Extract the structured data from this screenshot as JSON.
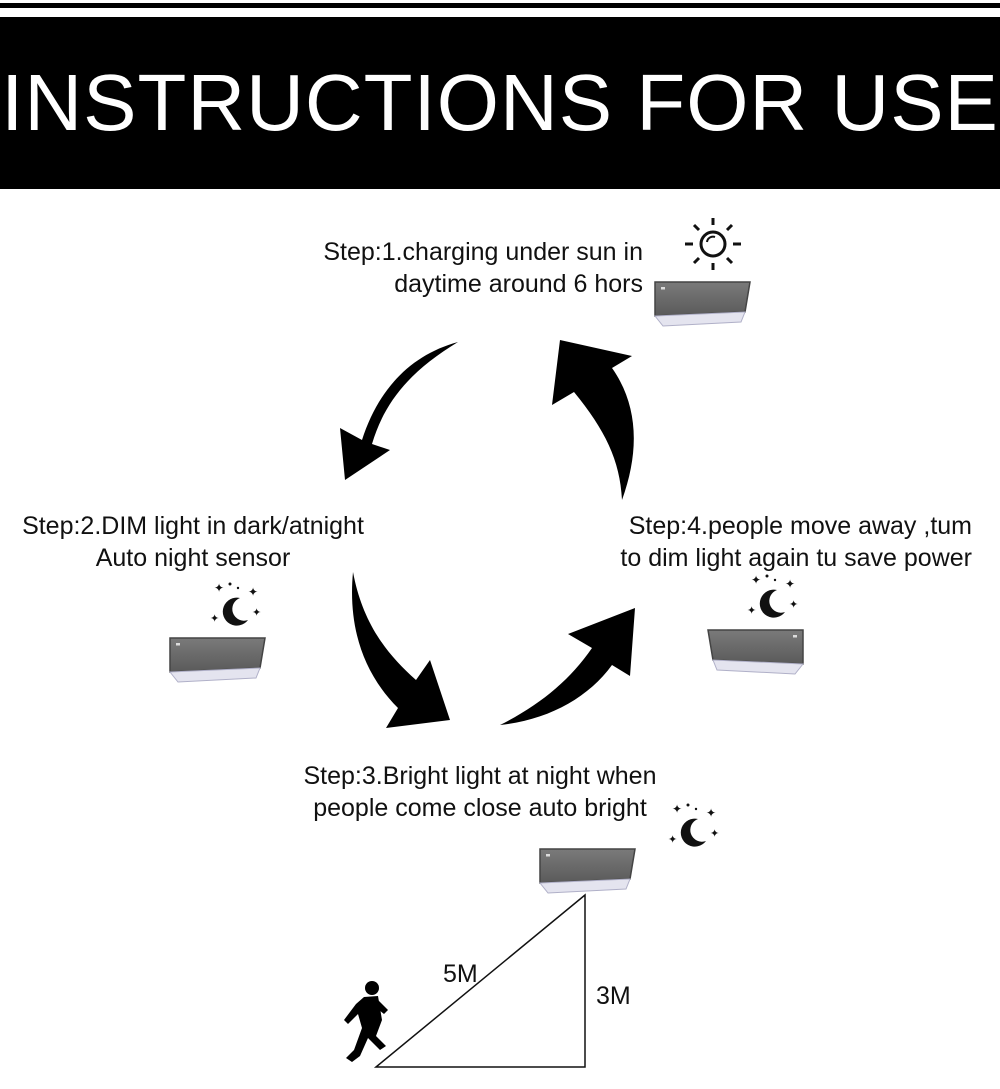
{
  "header": {
    "title": "INSTRUCTIONS FOR USE"
  },
  "steps": [
    {
      "lines": [
        "Step:1.charging under sun in",
        "daytime around 6 hors"
      ]
    },
    {
      "lines": [
        "Step:2.DIM light in dark/atnight",
        "Auto night sensor"
      ]
    },
    {
      "lines": [
        "Step:3.Bright light at night when",
        "people come close auto bright"
      ]
    },
    {
      "lines": [
        "Step:4.people move away ,tum",
        "to dim light again tu save power"
      ]
    }
  ],
  "distances": {
    "hypotenuse": "5M",
    "height": "3M"
  },
  "icons": [
    "sun-icon",
    "moon-stars-icon",
    "running-person-icon",
    "solar-lamp-icon",
    "cycle-arrow-icon"
  ]
}
